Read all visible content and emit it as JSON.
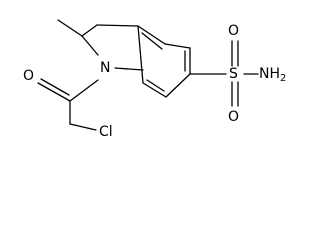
{
  "molecule": {
    "atoms": {
      "N": "N",
      "O_carbonyl": "O",
      "Cl": "Cl",
      "S": "S",
      "O_sulfonyl_top": "O",
      "O_sulfonyl_bottom": "O",
      "NH2": "NH"
    },
    "subscripts": {
      "NH2": "2"
    }
  }
}
